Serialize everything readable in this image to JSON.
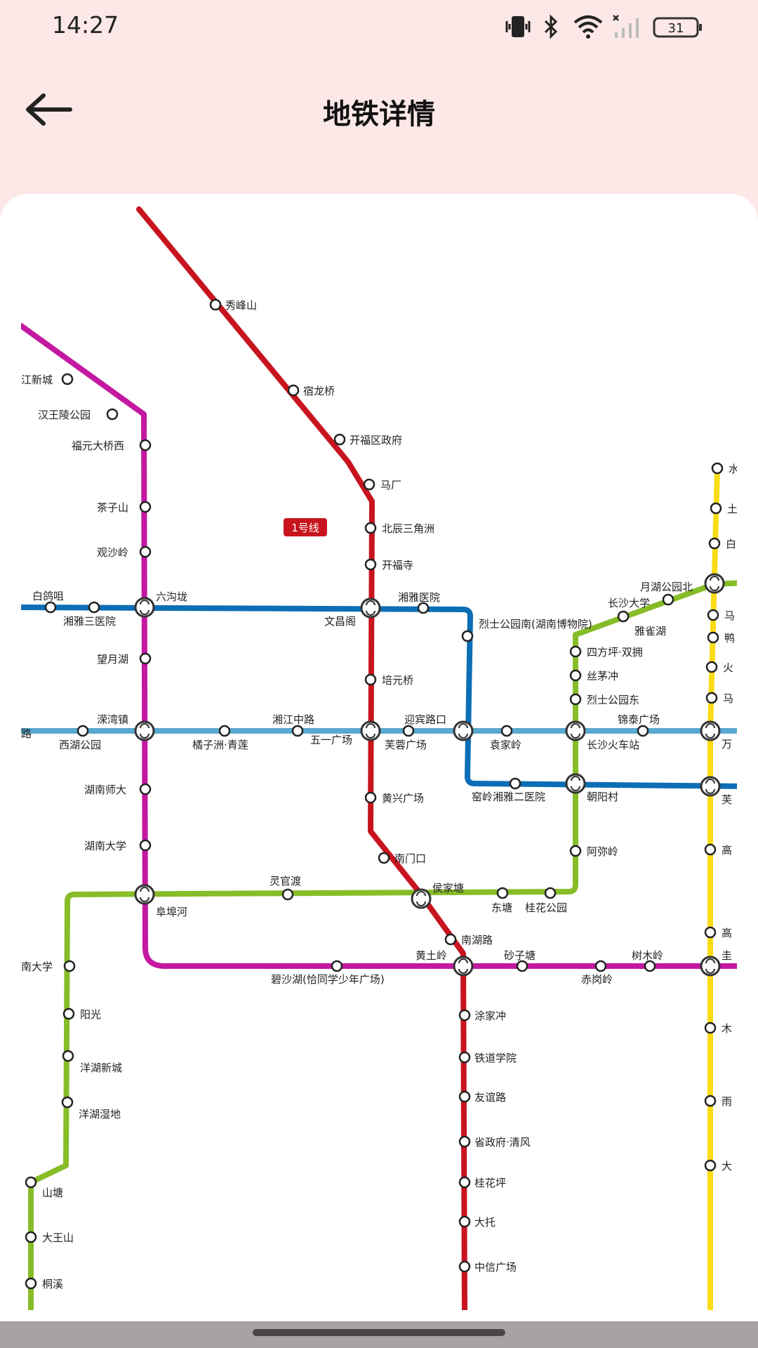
{
  "status_bar": {
    "time": "14:27",
    "battery_level": "31",
    "icons": [
      "vibrate-icon",
      "bluetooth-icon",
      "wifi-icon",
      "signal-icon",
      "battery-icon"
    ]
  },
  "app_bar": {
    "title": "地铁详情",
    "back_icon": "arrow-left-icon"
  },
  "map": {
    "line_badge": "1号线",
    "colors": {
      "line1": "#c8141e",
      "line2": "#5aa8cf",
      "line3": "#86bd28",
      "line4": "#0c6eb5",
      "line5": "#fadc16",
      "line6": "#c418a0"
    },
    "stations": [
      "秀峰山",
      "宿龙桥",
      "开福区政府",
      "马厂",
      "北辰三角洲",
      "开福寺",
      "湘雅医院",
      "文昌阁",
      "培元桥",
      "五一广场",
      "黄兴广场",
      "南门口",
      "侯家塘",
      "南湖路",
      "黄土岭",
      "涂家冲",
      "铁道学院",
      "友谊路",
      "省政府·清风",
      "桂花坪",
      "大托",
      "中信广场",
      "路",
      "西湖公园",
      "溁湾镇",
      "橘子洲·青莲",
      "湘江中路",
      "芙蓉广场",
      "迎宾路口",
      "袁家岭",
      "长沙火车站",
      "锦泰广场",
      "南大学",
      "阳光",
      "洋湖新城",
      "洋湖湿地",
      "山塘",
      "大王山",
      "桐溪",
      "阜埠河",
      "灵官渡",
      "东塘",
      "桂花公园",
      "阿弥岭",
      "烈士公园东",
      "丝茅冲",
      "四方坪·双拥",
      "雅雀湖",
      "长沙大学",
      "月湖公园北",
      "白鸽咀",
      "湘雅三医院",
      "六沟垅",
      "烈士公园南(湖南博物院)",
      "窑岭湘雅二医院",
      "朝阳村",
      "芙",
      "水",
      "土",
      "白",
      "马",
      "鸭",
      "火",
      "马",
      "万",
      "高",
      "高",
      "圭",
      "木",
      "雨",
      "大",
      "江新城",
      "汉王陵公园",
      "福元大桥西",
      "茶子山",
      "观沙岭",
      "望月湖",
      "湖南师大",
      "湖南大学",
      "碧沙湖(恰同学少年广场)",
      "砂子塘",
      "赤岗岭",
      "树木岭"
    ]
  }
}
